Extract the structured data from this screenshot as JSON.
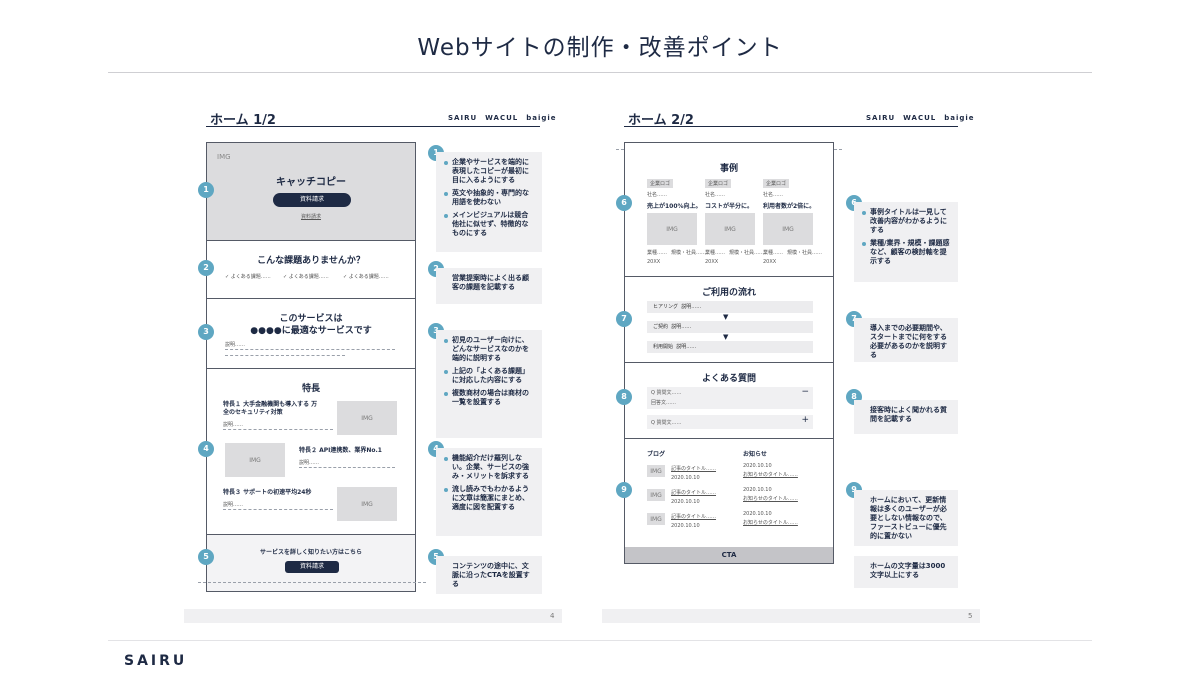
{
  "slide": {
    "title": "Webサイトの制作・改善ポイント",
    "footer_logo": "SAIRU"
  },
  "page1": {
    "header_title": "ホーム 1/2",
    "logos": [
      "SAIRU",
      "WACUL",
      "baigie"
    ],
    "page_number": "4",
    "hero": {
      "img": "IMG",
      "catch": "キャッチコピー",
      "button": "資料請求",
      "sub_link": "資料請求"
    },
    "issues": {
      "title": "こんな課題ありませんか？",
      "items": [
        "✓ よくある課題……",
        "✓ よくある課題……",
        "✓ よくある課題……"
      ]
    },
    "service": {
      "title1": "このサービスは",
      "title2": "●●●●に最適なサービスです",
      "desc": "説明……"
    },
    "features": {
      "title": "特長",
      "f1": "特長１ 大手金融機関も導入する 万全のセキュリティ対策",
      "f2": "特長２ API連携数、業界No.1",
      "f3": "特長３ サポートの初速平均24秒",
      "desc": "説明……",
      "img": "IMG"
    },
    "cta": {
      "text": "サービスを詳しく知りたい方はこちら",
      "button": "資料請求"
    },
    "notes": [
      {
        "num": "1",
        "lines": [
          "企業やサービスを端的に表現したコピーが最初に目に入るようにする",
          "英文や抽象的・専門的な用語を使わない",
          "メインビジュアルは競合他社に似せず、特徴的なものにする"
        ]
      },
      {
        "num": "2",
        "lines": [
          "営業提案時によく出る顧客の課題を記載する"
        ]
      },
      {
        "num": "3",
        "lines": [
          "初見のユーザー向けに、どんなサービスなのかを端的に説明する",
          "上記の「よくある課題」に対応した内容にする",
          "複数商材の場合は商材の一覧を設置する"
        ]
      },
      {
        "num": "4",
        "lines": [
          "機能紹介だけ羅列しない。企業、サービスの強み・メリットを訴求する",
          "流し読みでもわかるように文章は簡潔にまとめ、適度に図を配置する"
        ]
      },
      {
        "num": "5",
        "lines": [
          "コンテンツの途中に、文脈に沿ったCTAを設置する"
        ]
      }
    ]
  },
  "page2": {
    "header_title": "ホーム 2/2",
    "logos": [
      "SAIRU",
      "WACUL",
      "baigie"
    ],
    "page_number": "5",
    "cases": {
      "title": "事例",
      "tag": "企業ロゴ",
      "company": "社名……",
      "headlines": [
        "売上が100%向上。",
        "コストが半分に。",
        "利用者数が2倍に。"
      ],
      "img": "IMG",
      "meta": [
        "業種……",
        "規模・社員……"
      ],
      "year": "20XX"
    },
    "flow": {
      "title": "ご利用の流れ",
      "steps": [
        "ヒアリング",
        "ご契約",
        "利用開始"
      ],
      "desc": "説明……",
      "arrow": "▼"
    },
    "faq": {
      "title": "よくある質問",
      "q": "Q 質問文……",
      "a": "回答文……",
      "minus": "−",
      "plus": "+"
    },
    "blog": {
      "title": "ブログ",
      "img": "IMG",
      "article": "記事のタイトル……",
      "date": "2020.10.10"
    },
    "news": {
      "title": "お知らせ",
      "date": "2020.10.10",
      "item": "お知らせのタイトル……"
    },
    "cta": "CTA",
    "notes": [
      {
        "num": "6",
        "lines": [
          "事例タイトルは一見して改善内容がわかるようにする",
          "業種/業界・規模・課題感など、顧客の検討軸を提示する"
        ]
      },
      {
        "num": "7",
        "lines": [
          "導入までの必要期間や、スタートまでに何をする必要があるのかを説明する"
        ]
      },
      {
        "num": "8",
        "lines": [
          "接客時によく聞かれる質問を記載する"
        ]
      },
      {
        "num": "9",
        "lines": [
          "ホームにおいて、更新情報は多くのユーザーが必要としない情報なので、ファーストビューに優先的に置かない"
        ]
      },
      {
        "num": "",
        "lines": [
          "ホームの文字量は3000文字以上にする"
        ]
      }
    ]
  }
}
